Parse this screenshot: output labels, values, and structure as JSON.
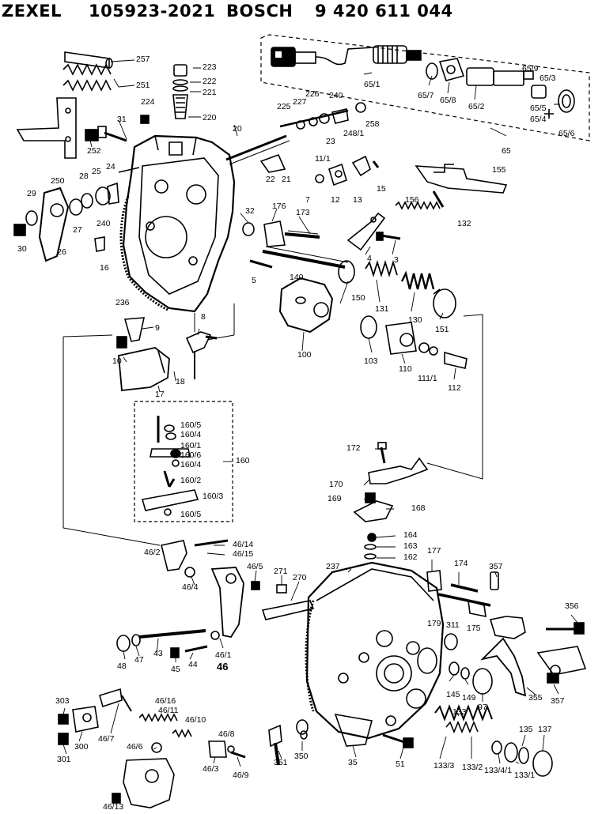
{
  "header": {
    "brand": "ZEXEL",
    "part_no": "105923-2021",
    "oem_brand": "BOSCH",
    "oem_no": "9 420 611 044"
  },
  "callouts": {
    "c257": "257",
    "c251": "251",
    "c223": "223",
    "c222": "222",
    "c221": "221",
    "c220": "220",
    "c224": "224",
    "c31": "31",
    "c252": "252",
    "c250": "250",
    "c65": "65",
    "c65_1": "65/1",
    "c65_2": "65/2",
    "c65_3": "65/3",
    "c65_4": "65/4",
    "c65_5": "65/5",
    "c65_6": "65/6",
    "c65_7": "65/7",
    "c65_8": "65/8",
    "c65_9": "65/9",
    "c225": "225",
    "c227": "227",
    "c226": "226",
    "c240": "240",
    "c258": "258",
    "c248_1": "248/1",
    "c23": "23",
    "c20": "20",
    "c22": "22",
    "c21": "21",
    "c11_1": "11/1",
    "c7": "7",
    "c12": "12",
    "c13": "13",
    "c15": "15",
    "c155": "155",
    "c156": "156",
    "c132": "132",
    "c29": "29",
    "c28": "28",
    "c25": "25",
    "c24": "24",
    "c27": "27",
    "c240b": "240",
    "c30": "30",
    "c26": "26",
    "c16": "16",
    "c32": "32",
    "c176": "176",
    "c173": "173",
    "c4": "4",
    "c3": "3",
    "c5": "5",
    "c140": "140",
    "c150": "150",
    "c131": "131",
    "c130": "130",
    "c151": "151",
    "c236": "236",
    "c100": "100",
    "c103": "103",
    "c110": "110",
    "c111_1": "111/1",
    "c112": "112",
    "c9": "9",
    "c8": "8",
    "c10": "10",
    "c18": "18",
    "c17": "17",
    "c160_5a": "160/5",
    "c160_4a": "160/4",
    "c160_1": "160/1",
    "c160_6": "160/6",
    "c160_4b": "160/4",
    "c160": "160",
    "c160_2": "160/2",
    "c160_3": "160/3",
    "c160_5b": "160/5",
    "c172": "172",
    "c170": "170",
    "c169": "169",
    "c168": "168",
    "c164": "164",
    "c163": "163",
    "c162": "162",
    "c46_2": "46/2",
    "c46_14": "46/14",
    "c46_15": "46/15",
    "c46_5": "46/5",
    "c46_4": "46/4",
    "c271": "271",
    "c270": "270",
    "c237": "237",
    "c177": "177",
    "c174": "174",
    "c357a": "357",
    "c356": "356",
    "c179": "179",
    "c311": "311",
    "c175": "175",
    "c48": "48",
    "c47": "47",
    "c43": "43",
    "c45": "45",
    "c44": "44",
    "c46_1": "46/1",
    "c46": "46",
    "c145": "145",
    "c149": "149",
    "c97": "97",
    "c355": "355",
    "c357b": "357",
    "c303": "303",
    "c46_16": "46/16",
    "c46_11": "46/11",
    "c46_10": "46/10",
    "c46_7": "46/7",
    "c46_8": "46/8",
    "c300": "300",
    "c301": "301",
    "c46_6": "46/6",
    "c46_3": "46/3",
    "c46_9": "46/9",
    "c46_13": "46/13",
    "c351": "351",
    "c350": "350",
    "c35": "35",
    "c51": "51",
    "c133": "133",
    "c135": "135",
    "c137": "137",
    "c133_3": "133/3",
    "c133_2": "133/2",
    "c133_4_1": "133/4/1",
    "c133_1": "133/1"
  },
  "colors": {
    "ink": "#000000",
    "paper": "#ffffff",
    "shade": "#555555"
  }
}
